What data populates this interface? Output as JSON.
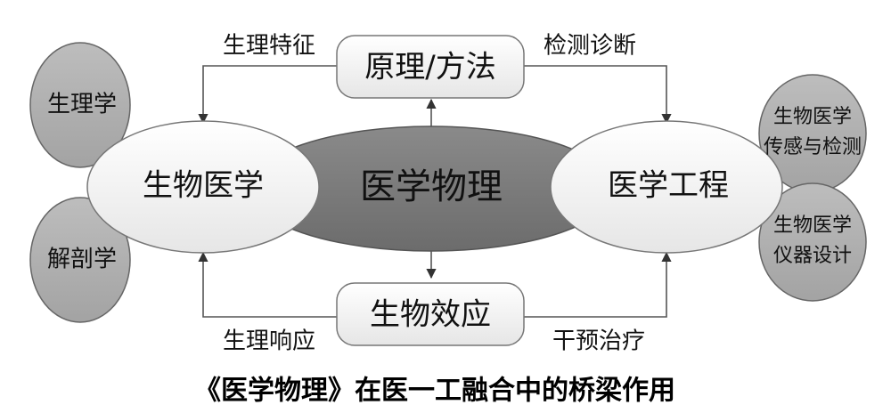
{
  "nodes": {
    "principles_methods": "原理/方法",
    "biomedicine": "生物医学",
    "medical_physics": "医学物理",
    "medical_engineering": "医学工程",
    "biological_effects": "生物效应",
    "physiology": "生理学",
    "anatomy": "解剖学",
    "biomed_sensing_line1": "生物医学",
    "biomed_sensing_line2": "传感与检测",
    "biomed_instrument_line1": "生物医学",
    "biomed_instrument_line2": "仪器设计"
  },
  "edge_labels": {
    "physiological_features": "生理特征",
    "detection_diagnosis": "检测诊断",
    "physiological_response": "生理响应",
    "intervention_therapy": "干预治疗"
  },
  "caption": "《医学物理》在医一工融合中的桥梁作用",
  "colors": {
    "dark_ellipse": "#7a7a7a",
    "light_ellipse": "#f4f4f4",
    "satellite_circle": "#b0b0b0"
  }
}
